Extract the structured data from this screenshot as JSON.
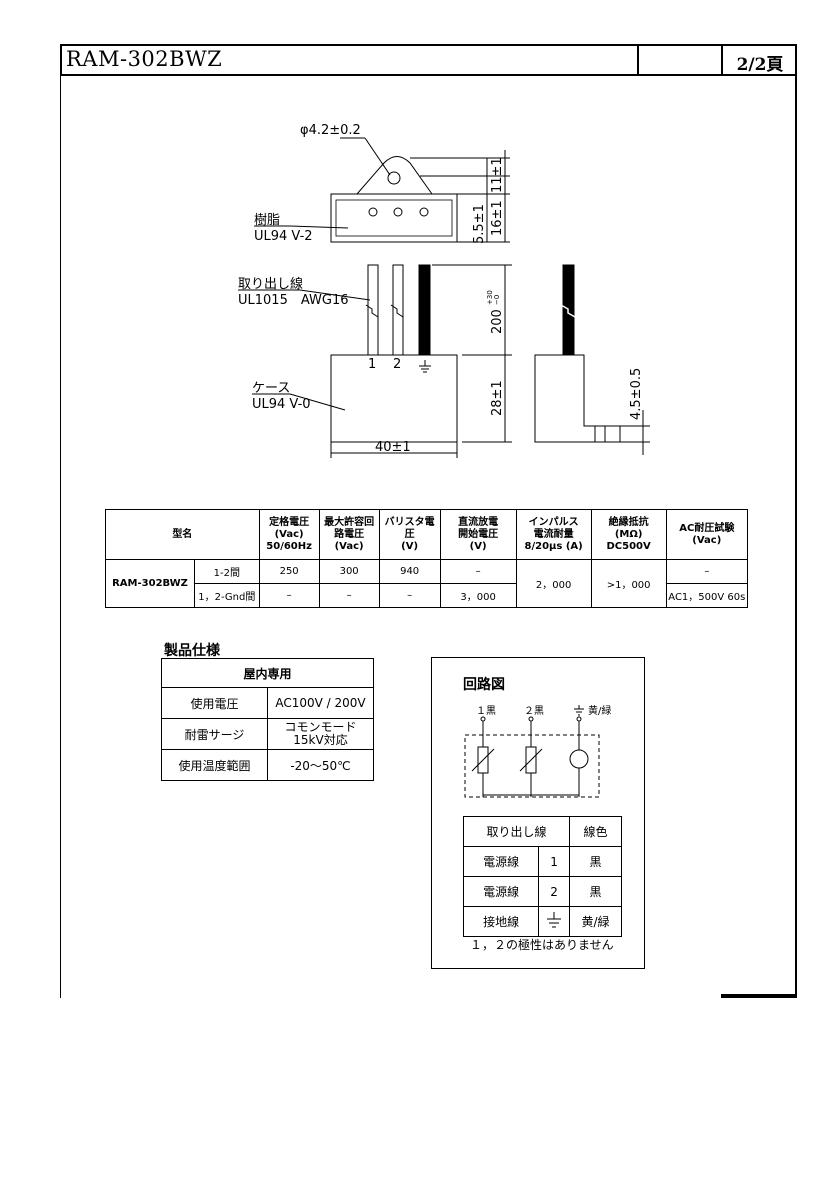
{
  "header": {
    "title": "RAM-302BWZ",
    "page": "2/2頁"
  },
  "drawing": {
    "hole_dim": "φ4.2±0.2",
    "resin_label": "樹脂",
    "resin_spec": "UL94 V-2",
    "dim_11": "11±1",
    "dim_16": "16±1",
    "dim_5_5": "5.5±1",
    "lead_label": "取り出し線",
    "lead_spec": "UL1015　AWG16",
    "dim_200": "200",
    "dim_200_tol_plus": "+30",
    "dim_200_tol_minus": "−0",
    "pin1": "1",
    "pin2": "2",
    "case_label": "ケース",
    "case_spec": "UL94 V-0",
    "dim_28": "28±1",
    "dim_40": "40±1",
    "dim_4_5": "4.5±0.5"
  },
  "spec_table": {
    "headers": {
      "model": "型名",
      "rated_voltage": [
        "定格電圧",
        "(Vac)",
        "50/60Hz"
      ],
      "max_voltage": [
        "最大許容回",
        "路電圧",
        "(Vac)"
      ],
      "varistor_voltage": [
        "バリスタ電",
        "圧",
        "(V)"
      ],
      "dc_spark": [
        "直流放電",
        "開始電圧",
        "(V)"
      ],
      "impulse": [
        "インパルス",
        "電流耐量",
        "8/20μs (A)"
      ],
      "insulation": [
        "絶縁抵抗",
        "(MΩ)",
        "DC500V"
      ],
      "ac_withstand": [
        "AC耐圧試験",
        "(Vac)"
      ]
    },
    "model": "RAM-302BWZ",
    "rows": [
      {
        "between": "1-2間",
        "rated": "250",
        "max": "300",
        "varistor": "940",
        "dc": "–",
        "ac": "–"
      },
      {
        "between": "1，2-Gnd間",
        "rated": "–",
        "max": "–",
        "varistor": "–",
        "dc": "3，000",
        "ac": "AC1，500V 60s"
      }
    ],
    "impulse_value": "2，000",
    "insulation_value": ">1，000"
  },
  "product_spec": {
    "heading": "製品仕様",
    "sub_heading": "屋内専用",
    "rows": [
      {
        "label": "使用電圧",
        "value": "AC100V / 200V"
      },
      {
        "label": "耐雷サージ",
        "value_line1": "コモンモード",
        "value_line2": "15kV対応"
      },
      {
        "label": "使用温度範囲",
        "value": "-20～50℃"
      }
    ]
  },
  "circuit": {
    "heading": "回路図",
    "terminal1": "１黒",
    "terminal2": "２黒",
    "terminal3": "黄/緑",
    "lead_table": {
      "header_lead": "取り出し線",
      "header_color": "線色",
      "rows": [
        {
          "name": "電源線",
          "no": "1",
          "color": "黒"
        },
        {
          "name": "電源線",
          "no": "2",
          "color": "黒"
        },
        {
          "name": "接地線",
          "no": "",
          "color": "黄/緑"
        }
      ]
    },
    "note": "１，２の極性はありません"
  }
}
